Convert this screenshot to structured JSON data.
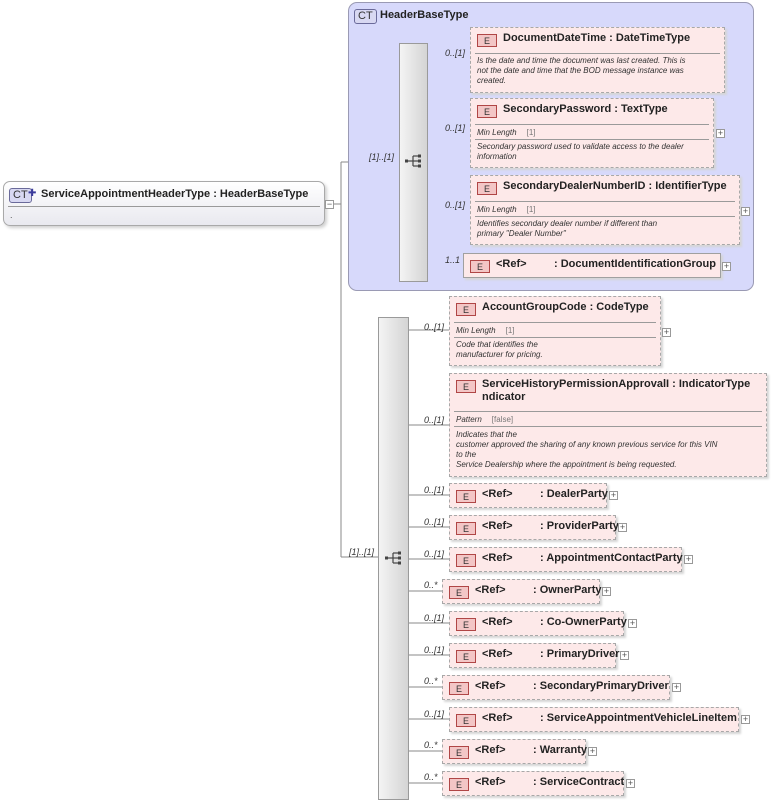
{
  "root": {
    "badge": "CT",
    "name": "ServiceAppointmentHeaderType",
    "type": "HeaderBaseType",
    "doc": "."
  },
  "base": {
    "badge": "CT",
    "name": "HeaderBaseType"
  },
  "labels": {
    "element_badge": "E",
    "ref": "<Ref>",
    "sep": ":",
    "expand": "+",
    "collapse": "−"
  },
  "base_cardinality": "[1]..[1]",
  "ext_cardinality": "[1]..[1]",
  "base_elements": [
    {
      "card": "0..[1]",
      "name": "DocumentDateTime",
      "type": "DateTimeType",
      "doc": "Is the date and time the document was last created. This is\n   not the date and time that the BOD message instance was\ncreated."
    },
    {
      "card": "0..[1]",
      "name": "SecondaryPassword",
      "type": "TextType",
      "facet": "Min Length",
      "facet_value": "[1]",
      "doc": "Secondary password used to validate access to the dealer\ninformation"
    },
    {
      "card": "0..[1]",
      "name": "SecondaryDealerNumberID",
      "type": "IdentifierType",
      "facet": "Min Length",
      "facet_value": "[1]",
      "doc": "Identifies secondary dealer number if different than\nprimary \"Dealer Number\""
    },
    {
      "card": "1..1",
      "name": "DocumentIdentificationGroup",
      "ref": true
    }
  ],
  "ext_elements": [
    {
      "card": "0..[1]",
      "name": "AccountGroupCode",
      "type": "CodeType",
      "facet": "Min Length",
      "facet_value": "[1]",
      "doc": "Code that identifies the\nmanufacturer for pricing."
    },
    {
      "card": "0..[1]",
      "name": "ServiceHistoryPermissionApprovalI",
      "name2": "ndicator",
      "type": "IndicatorType",
      "facet": "Pattern",
      "facet_value": "[false]",
      "doc": "Indicates that the\ncustomer approved the sharing of any known previous service for this VIN\nto the\nService Dealership where the appointment is being requested."
    },
    {
      "card": "0..[1]",
      "name": "DealerParty",
      "ref": true
    },
    {
      "card": "0..[1]",
      "name": "ProviderParty",
      "ref": true
    },
    {
      "card": "0..[1]",
      "name": "AppointmentContactParty",
      "ref": true
    },
    {
      "card": "0..*",
      "name": "OwnerParty",
      "ref": true
    },
    {
      "card": "0..[1]",
      "name": "Co-OwnerParty",
      "ref": true
    },
    {
      "card": "0..[1]",
      "name": "PrimaryDriver",
      "ref": true
    },
    {
      "card": "0..*",
      "name": "SecondaryPrimaryDriver",
      "ref": true
    },
    {
      "card": "0..[1]",
      "name": "ServiceAppointmentVehicleLineItem",
      "ref": true
    },
    {
      "card": "0..*",
      "name": "Warranty",
      "ref": true
    },
    {
      "card": "0..*",
      "name": "ServiceContract",
      "ref": true
    }
  ]
}
